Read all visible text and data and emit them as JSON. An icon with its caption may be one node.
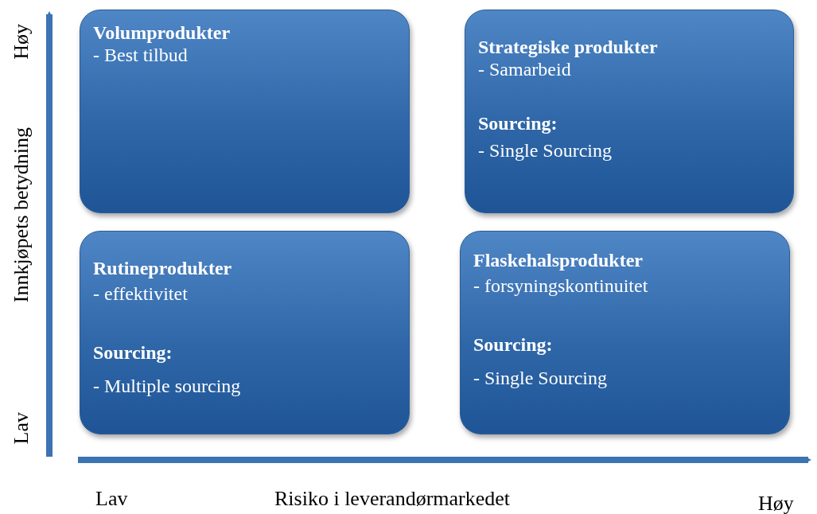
{
  "diagram": {
    "nodes": [
      {
        "text": [
          "Volumprodukter",
          "- Best tilbud"
        ]
      },
      {
        "text": [
          "Strategiske produkter",
          "- Samarbeid",
          "Sourcing:",
          "- Single Sourcing"
        ]
      },
      {
        "text": [
          "Rutineprodukter",
          "- effektivitet",
          "Sourcing:",
          "- Multiple sourcing"
        ]
      },
      {
        "text": [
          "Flaskehalsprodukter",
          "- forsyningskontinuitet",
          "Sourcing:",
          "- Single Sourcing"
        ]
      }
    ],
    "labels": [
      "Høy",
      "Innkjøpets betydning",
      "Lav",
      "Lav",
      "Risiko i leverandørmarkedet",
      "Høy"
    ]
  }
}
